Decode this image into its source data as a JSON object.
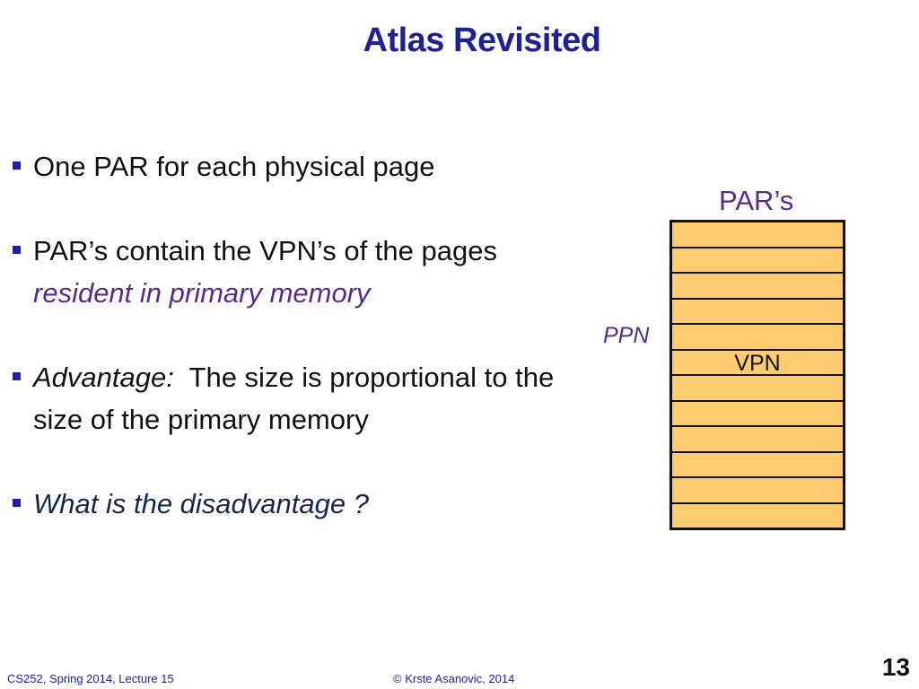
{
  "slide": {
    "title": "Atlas Revisited"
  },
  "bullets": {
    "b1": {
      "text": "One PAR for each physical page"
    },
    "b2": {
      "text": "PAR’s contain the VPN’s of the pages",
      "emph": "resident in primary memory"
    },
    "b3": {
      "lead": "Advantage:",
      "text": "  The size is proportional to the size of the primary memory"
    },
    "b4": {
      "text": "What is the disadvantage ?"
    }
  },
  "diagram": {
    "table_label": "PAR’s",
    "row_label": "PPN",
    "cell_label": "VPN",
    "row_count": 12,
    "highlight_row": 5,
    "fill_color": "#fecb6f"
  },
  "footer": {
    "course": "CS252, Spring 2014, Lecture 15",
    "copyright": "© Krste Asanovic, 2014",
    "page_number": "13"
  },
  "colors": {
    "title": "#1f1f96",
    "accent_purple": "#5a2a8c",
    "accent_navy": "#14274e"
  }
}
